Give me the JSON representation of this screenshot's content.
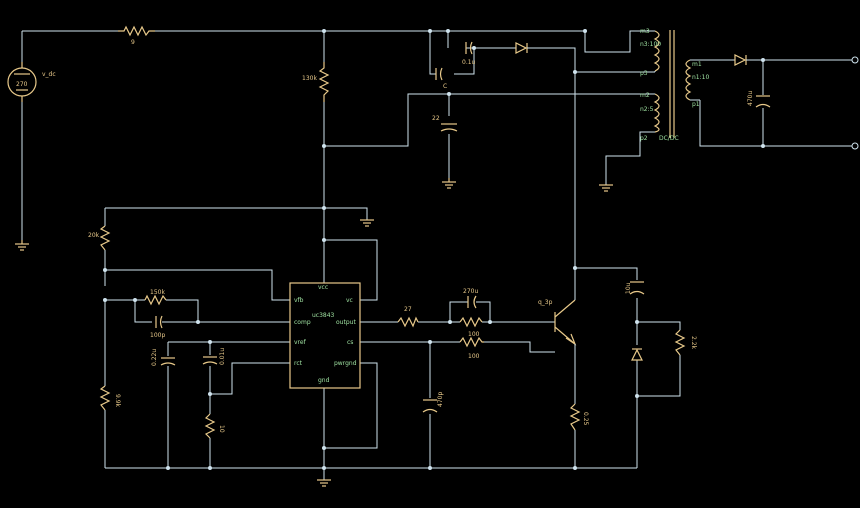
{
  "source": {
    "name": "v_dc",
    "value": "270"
  },
  "resistors": {
    "r_top": "9",
    "r_130k": "130k",
    "r_20k": "20k",
    "r_150k": "150k",
    "r_bottom": "9.9k",
    "r_10": "10",
    "r_27": "27",
    "r_100a": "100",
    "r_100b": "100",
    "r_sense": "0.25",
    "r_out": "2.2k"
  },
  "capacitors": {
    "c_top": "0.1u",
    "c_small": "C",
    "c_bulk": "22",
    "c_100p": "100p",
    "c_vref": "0.22u",
    "c_rct": "0.01u",
    "c_gate": "270u",
    "c_cs": "470p",
    "c_out": "470u",
    "c_snub": "10u"
  },
  "ic": {
    "name": "uc3843",
    "pins": {
      "vcc": "vcc",
      "vfb": "vfb",
      "vc": "vc",
      "comp": "comp",
      "output": "output",
      "vref": "vref",
      "cs": "cs",
      "rct": "rct",
      "pwrgnd": "pwrgnd",
      "gnd": "gnd"
    }
  },
  "transistor": {
    "name": "q_3p"
  },
  "transformer": {
    "m3": "m3",
    "n3": "n3:100",
    "p3": "p3",
    "m2": "m2",
    "n2": "n2:5",
    "p2": "p2",
    "m1": "m1",
    "n1": "n1:10",
    "p1": "p1",
    "label": "DC/DC"
  }
}
